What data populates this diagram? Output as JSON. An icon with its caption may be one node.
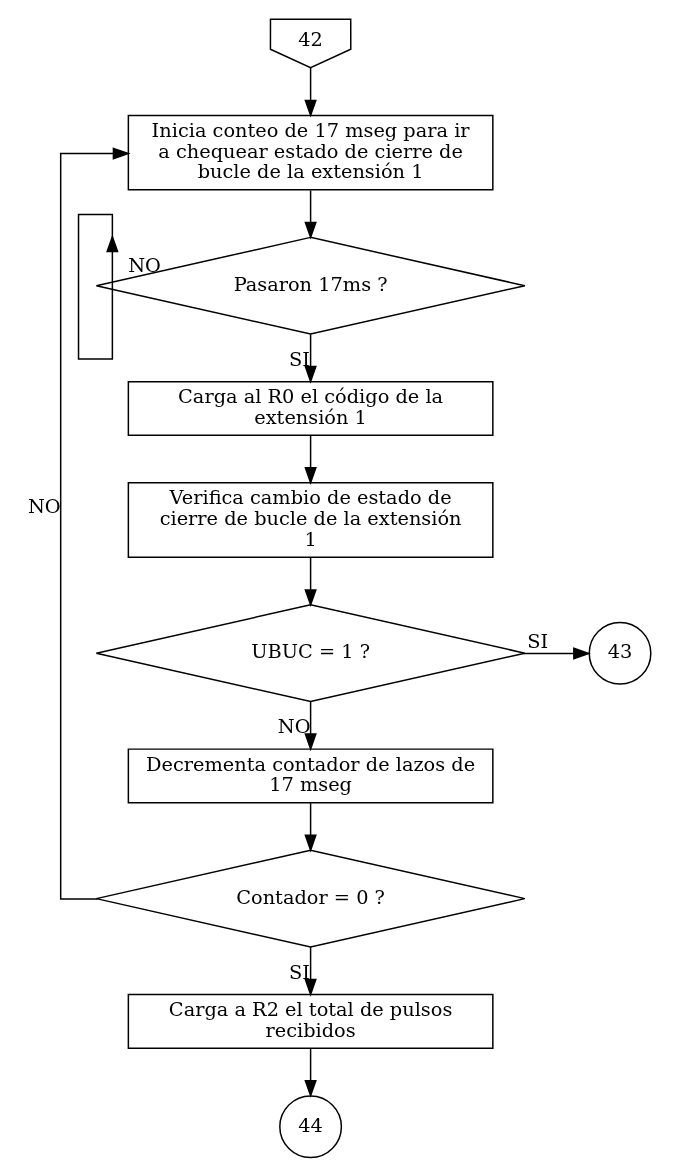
{
  "diagram": {
    "nodes": [
      {
        "text": [
          "42"
        ]
      },
      {
        "text": [
          "Inicia conteo de 17 mseg para ir a chequear estado de cierre de bucle de la extensión 1"
        ]
      },
      {
        "text": [
          "Pasaron 17ms ?"
        ]
      },
      {
        "text": [
          "Carga al R0 el código de la extensión 1"
        ]
      },
      {
        "text": [
          "Verifica cambio de estado de cierre de bucle de la extensión 1"
        ]
      },
      {
        "text": [
          "UBUC = 1 ?"
        ]
      },
      {
        "text": [
          "43"
        ]
      },
      {
        "text": [
          "Decrementa contador de lazos de 17 mseg"
        ]
      },
      {
        "text": [
          "Contador = 0 ?"
        ]
      },
      {
        "text": [
          "Carga a R2 el total de pulsos recibidos"
        ]
      },
      {
        "text": [
          "44"
        ]
      }
    ],
    "edges": [
      {
        "from": 0,
        "to": 1,
        "arrow": "to"
      },
      {
        "from": 1,
        "to": 2,
        "arrow": "to"
      },
      {
        "from": 2,
        "to": 2,
        "arrow": "to",
        "label": "NO"
      },
      {
        "from": 2,
        "to": 3,
        "arrow": "to",
        "label": "SI"
      },
      {
        "from": 3,
        "to": 4,
        "arrow": "to"
      },
      {
        "from": 4,
        "to": 5,
        "arrow": "to"
      },
      {
        "from": 5,
        "to": 6,
        "arrow": "to",
        "label": "SI"
      },
      {
        "from": 5,
        "to": 7,
        "arrow": "to",
        "label": "NO"
      },
      {
        "from": 7,
        "to": 8,
        "arrow": "to"
      },
      {
        "from": 8,
        "to": 1,
        "arrow": "to",
        "label": "NO"
      },
      {
        "from": 8,
        "to": 9,
        "arrow": "to",
        "label": "SI"
      },
      {
        "from": 9,
        "to": 10,
        "arrow": "to"
      }
    ]
  }
}
